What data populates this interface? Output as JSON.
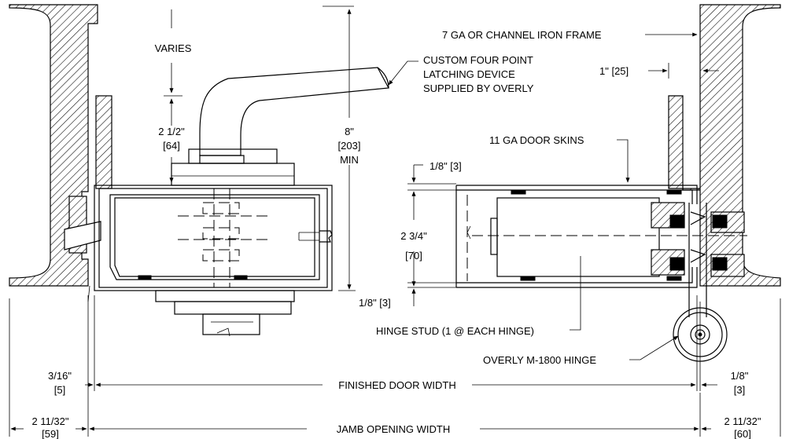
{
  "labels": {
    "varies": "VARIES",
    "latch_line1": "CUSTOM FOUR POINT",
    "latch_line2": "LATCHING DEVICE",
    "latch_line3": "SUPPLIED BY OVERLY",
    "handle_clear_in": "2 1/2\"",
    "handle_clear_mm": "[64]",
    "min_height_in": "8\"",
    "min_height_mm": "[203]",
    "min_height_min": "MIN",
    "frame": "7 GA OR CHANNEL IRON FRAME",
    "frame_gap": "1\" [25]",
    "door_skins": "11 GA DOOR SKINS",
    "skin_top": "1/8\" [3]",
    "door_thick_in": "2 3/4\"",
    "door_thick_mm": "[70]",
    "skin_bottom": "1/8\" [3]",
    "hinge_stud": "HINGE STUD (1 @ EACH HINGE)",
    "hinge": "OVERLY M-1800 HINGE",
    "left_gap_in": "3/16\"",
    "left_gap_mm": "[5]",
    "finished_width": "FINISHED DOOR WIDTH",
    "right_gap_in": "1/8\"",
    "right_gap_mm": "[3]",
    "jamb_left_in": "2 11/32\"",
    "jamb_left_mm": "[59]",
    "jamb_width": "JAMB OPENING WIDTH",
    "jamb_right_in": "2 11/32\"",
    "jamb_right_mm": "[60]"
  }
}
